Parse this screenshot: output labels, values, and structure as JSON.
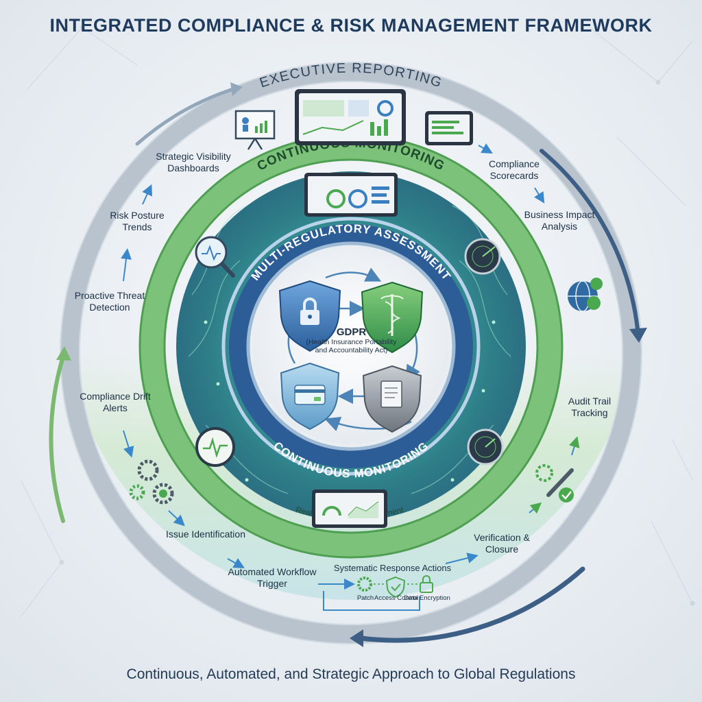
{
  "title": "INTEGRATED COMPLIANCE & RISK MANAGEMENT FRAMEWORK",
  "subtitle": "Continuous, Automated, and Strategic Approach to Global Regulations",
  "rings": {
    "outer": "EXECUTIVE REPORTING",
    "middle_top": "CONTINUOUS MONITORING",
    "inner_top": "MULTI-REGULATORY ASSESSMENT",
    "inner_bottom": "CONTINUOUS MONITORING",
    "bottom_band": "Real-Time Status Assessment"
  },
  "center": {
    "heading": "GDPR",
    "detail": "(Health Insurance Portability and Accountability Act)"
  },
  "outer_labels": {
    "strategic_visibility": "Strategic Visibility Dashboards",
    "risk_posture": "Risk Posture Trends",
    "proactive_threat": "Proactive Threat Detection",
    "compliance_scorecards": "Compliance Scorecards",
    "business_impact": "Business Impact Analysis",
    "compliance_drift": "Compliance Drift Alerts",
    "issue_identification": "Issue Identification",
    "automated_workflow": "Automated Workflow Trigger",
    "systematic_response": "Systematic Response Actions",
    "verification_closure": "Verification & Closure",
    "audit_trail": "Audit Trail Tracking"
  },
  "response_actions": {
    "patch": "Patch",
    "access_control": "Access Control",
    "data_encryption": "Data Encryption"
  },
  "colors": {
    "title": "#1e3a5c",
    "outer_ring": "#aab6c2",
    "outer_arrow": "#3d5f86",
    "green_ring": "#5faa5c",
    "teal_band": "#2f7f86",
    "blue_ring": "#2d5d97",
    "accent_green": "#6cbf6a"
  }
}
